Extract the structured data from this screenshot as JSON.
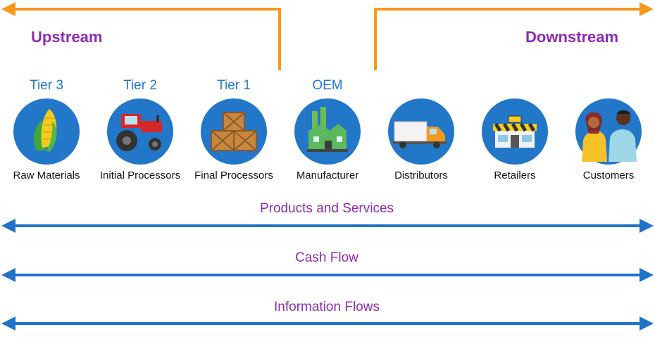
{
  "directions": {
    "upstream": "Upstream",
    "downstream": "Downstream"
  },
  "tiers": [
    "Tier 3",
    "Tier 2",
    "Tier 1",
    "OEM"
  ],
  "nodes": [
    {
      "label": "Raw Materials",
      "icon": "corn-icon"
    },
    {
      "label": "Initial Processors",
      "icon": "tractor-icon"
    },
    {
      "label": "Final Processors",
      "icon": "crates-icon"
    },
    {
      "label": "Manufacturer",
      "icon": "factory-icon"
    },
    {
      "label": "Distributors",
      "icon": "truck-icon"
    },
    {
      "label": "Retailers",
      "icon": "store-icon"
    },
    {
      "label": "Customers",
      "icon": "people-icon"
    }
  ],
  "flows": [
    "Products and Services",
    "Cash Flow",
    "Information Flows"
  ],
  "colors": {
    "orange": "#f39a1e",
    "blue": "#1f73c8",
    "circle": "#2277c8",
    "purple": "#8e2bb0",
    "tier_blue": "#1f78d1"
  }
}
